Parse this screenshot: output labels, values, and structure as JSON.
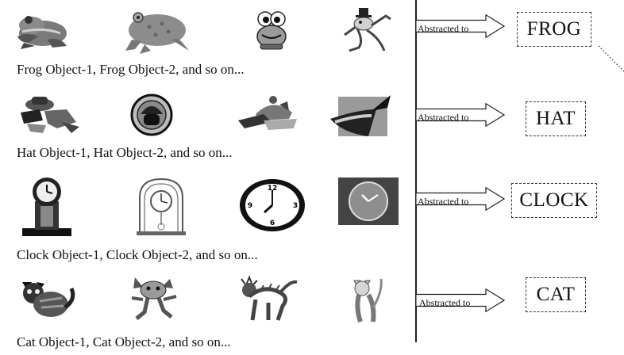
{
  "rows": [
    {
      "caption": "Frog Object-1, Frog Object-2, and so on...",
      "arrow_label": "Abstracted to",
      "concept": "FROG",
      "icons": [
        "frog-photo-icon",
        "toad-icon",
        "cartoon-frog-icon",
        "frog-with-hat-icon"
      ]
    },
    {
      "caption": "Hat Object-1, Hat Object-2, and so on...",
      "arrow_label": "Abstracted to",
      "concept": "HAT",
      "icons": [
        "hats-pile-icon",
        "helmet-icon",
        "cap-icon",
        "party-hat-icon"
      ]
    },
    {
      "caption": "Clock Object-1, Clock Object-2, and so on...",
      "arrow_label": "Abstracted to",
      "concept": "CLOCK",
      "icons": [
        "mantel-clock-icon",
        "grandfather-clock-icon",
        "wall-clock-icon",
        "square-clock-icon"
      ]
    },
    {
      "caption": "Cat Object-1, Cat Object-2, and so on...",
      "arrow_label": "Abstracted to",
      "concept": "CAT",
      "icons": [
        "sitting-cat-icon",
        "cartoon-cat-icon",
        "scared-cat-icon",
        "standing-cat-icon"
      ]
    }
  ],
  "colors": {
    "ink": "#111111",
    "gray": "#6e6e6e",
    "light": "#c8c8c8"
  }
}
